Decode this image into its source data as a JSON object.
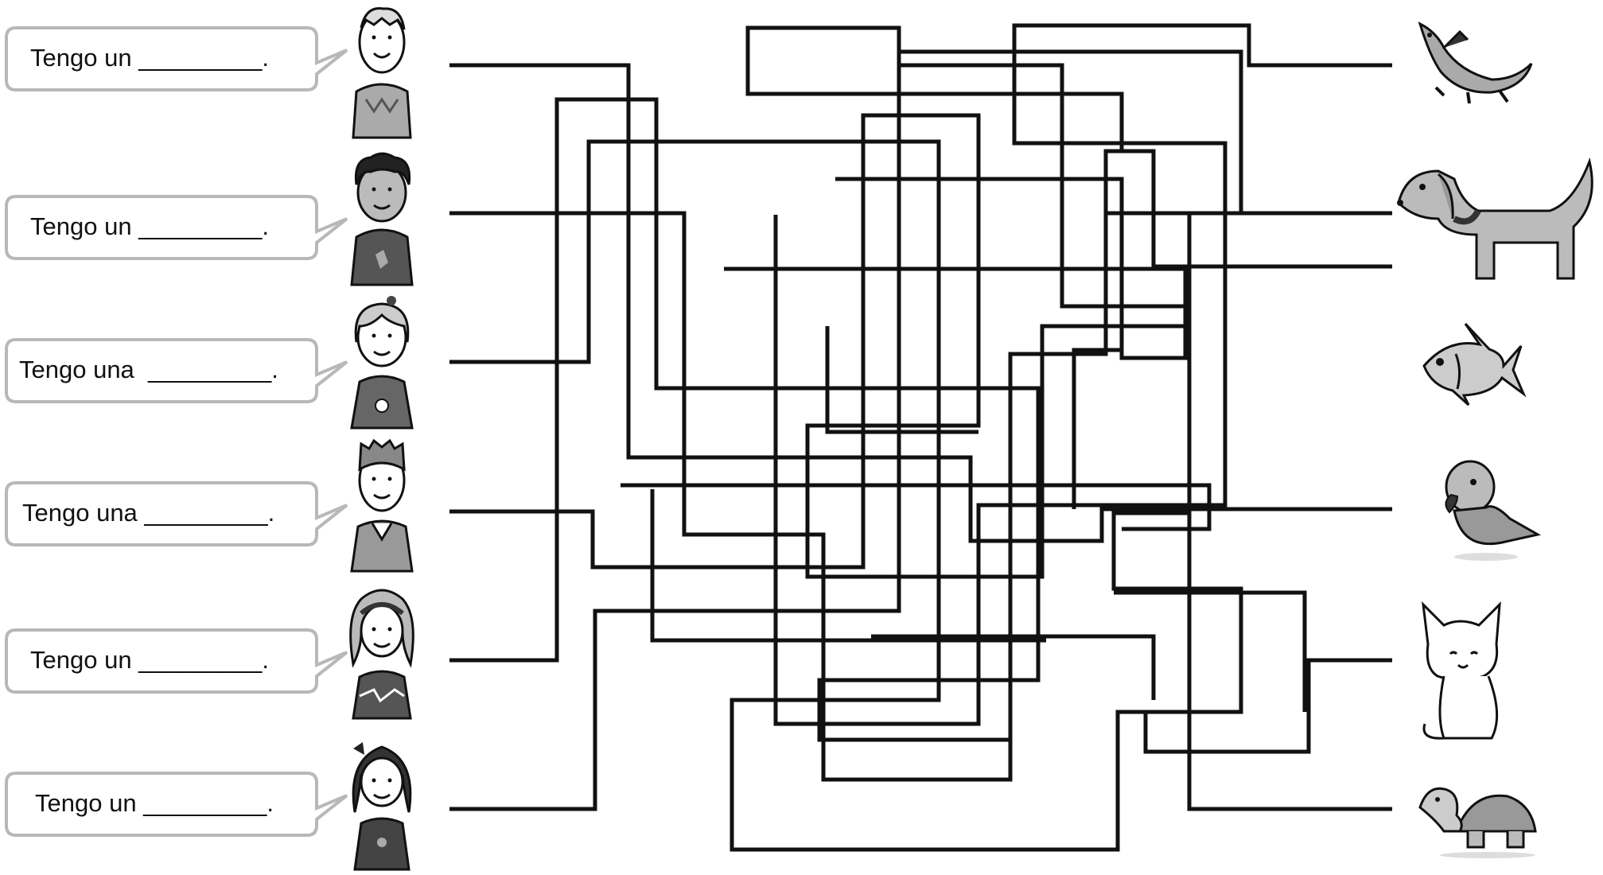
{
  "rows": [
    {
      "sentence": "Tengo un _________."
    },
    {
      "sentence": "Tengo un _________."
    },
    {
      "sentence": "Tengo una  _________."
    },
    {
      "sentence": "Tengo una _________."
    },
    {
      "sentence": "Tengo un _________."
    },
    {
      "sentence": "Tengo un _________."
    }
  ],
  "children_icons": [
    "boy-argyle-shirt-icon",
    "boy-curly-hair-icon",
    "girl-flower-shirt-icon",
    "boy-collared-shirt-icon",
    "girl-headband-icon",
    "girl-bow-icon"
  ],
  "animal_icons": [
    "lizard-icon",
    "dog-icon",
    "fish-icon",
    "parrot-icon",
    "cat-icon",
    "turtle-icon"
  ],
  "colors": {
    "line": "#111111",
    "bubble_border": "#b8b8b8",
    "figure_fill": "#bdbdbd"
  }
}
